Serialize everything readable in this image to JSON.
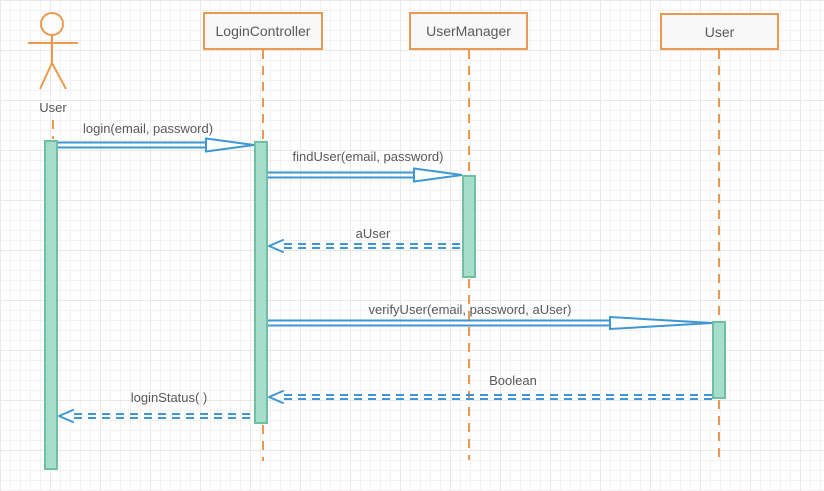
{
  "colors": {
    "lifeline_orange": "#EA9A4E",
    "message_blue": "#3E96D3",
    "activation_fill": "#A6DECB",
    "activation_border": "#6FBFA4",
    "box_fill": "#F8F8F8",
    "text": "#595959",
    "grid_minor": "#F5F1F1",
    "grid_major": "#ECE7E7"
  },
  "diagram": {
    "type": "uml-sequence",
    "actor": {
      "label": "User"
    },
    "participants": [
      {
        "label": "LoginController"
      },
      {
        "label": "UserManager"
      },
      {
        "label": "User"
      }
    ],
    "messages": [
      {
        "label": "login(email, password)",
        "type": "sync",
        "from": "User (actor)",
        "to": "LoginController"
      },
      {
        "label": "findUser(email, password)",
        "type": "sync",
        "from": "LoginController",
        "to": "UserManager"
      },
      {
        "label": "aUser",
        "type": "return",
        "from": "UserManager",
        "to": "LoginController"
      },
      {
        "label": "verifyUser(email, password, aUser)",
        "type": "sync",
        "from": "LoginController",
        "to": "User"
      },
      {
        "label": "Boolean",
        "type": "return",
        "from": "User",
        "to": "LoginController"
      },
      {
        "label": "loginStatus( )",
        "type": "return",
        "from": "LoginController",
        "to": "User (actor)"
      }
    ]
  }
}
